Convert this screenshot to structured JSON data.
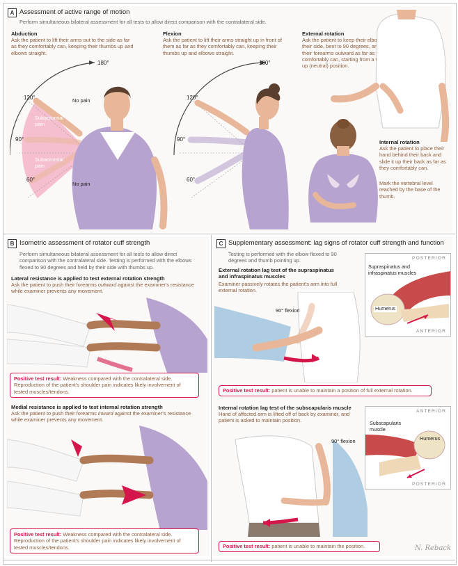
{
  "panelA": {
    "letter": "A",
    "title": "Assessment of active range of motion",
    "subtitle": "Perform simultaneous bilateral assessment for all tests to allow direct comparison with the contralateral side.",
    "abduction": {
      "heading": "Abduction",
      "text": "Ask the patient to lift their arms out to the side as far as they comfortably can, keeping their thumbs up and elbows straight.",
      "angles": [
        "180°",
        "120°",
        "90°",
        "60°"
      ],
      "no_pain_top": "No pain",
      "no_pain_bottom": "No pain",
      "subacromial_1": "Subacromial pain",
      "subacromial_2": "Subacromial pain"
    },
    "flexion": {
      "heading": "Flexion",
      "text": "Ask the patient to lift their arms straight up in front of them as far as they comfortably can, keeping their thumbs up and elbows straight.",
      "angles": [
        "180°",
        "120°",
        "90°",
        "60°"
      ]
    },
    "external": {
      "heading": "External rotation",
      "text": "Ask the patient to keep their elbows by their side, bent to 90 degrees, and turn their forearms outward as far as they comfortably can, starting from a thumbs up (neutral) position."
    },
    "internal": {
      "heading": "Internal rotation",
      "text1": "Ask the patient to place their hand behind their back and slide it up their back as far as they comfortably can.",
      "text2": "Mark the vertebral level reached by the base of the thumb."
    }
  },
  "panelB": {
    "letter": "B",
    "title": "Isometric assessment of rotator cuff strength",
    "subtitle": "Perform simultaneous bilateral assessment for all tests to allow direct comparison with the contralateral side. Testing is performed with the elbows flexed to 90 degrees and held by their side with thumbs up.",
    "lateral": {
      "heading": "Lateral resistance is applied to test external rotation strength",
      "text_a": "Ask the patient to push their forearms ",
      "text_em": "outward",
      "text_b": " against the examiner's resistance while examiner prevents any movement."
    },
    "medial": {
      "heading": "Medial resistance is applied to test internal rotation strength",
      "text_a": "Ask the patient to push their forearms ",
      "text_em": "inward",
      "text_b": " against the examiner's resistance while examiner prevents any movement."
    },
    "positive_label": "Positive test result:",
    "positive_text": " Weakness compared with the contralateral side. Reproduction of the patient's shoulder pain indicates likely involvement of tested muscles/tendons."
  },
  "panelC": {
    "letter": "C",
    "title": "Supplementary assessment: lag signs of rotator cuff strength and function",
    "subtitle": "Testing is performed with the elbow flexed to 90 degrees and thumb pointing up.",
    "external_lag": {
      "heading": "External rotation lag test of the supraspinatus and infraspinatus muscles",
      "text": "Examiner passively rotates the patient's arm into full external rotation.",
      "flexion": "90° flexion",
      "positive_label": "Positive test result:",
      "positive_text": " patient is unable to  maintain a position of full external rotation.",
      "inset": {
        "top": "POSTERIOR",
        "bottom": "ANTERIOR",
        "muscle": "Supraspinatus and infraspinatus muscles",
        "bone": "Humerus"
      }
    },
    "internal_lag": {
      "heading": "Internal rotation lag test of the subscapularis muscle",
      "text": "Hand of affected arm is lifted off of back by examiner, and patient is asked to maintain position.",
      "flexion": "90° flexion",
      "positive_label": "Positive test result:",
      "positive_text": " patient is unable to maintain the position.",
      "inset": {
        "top": "ANTERIOR",
        "bottom": "POSTERIOR",
        "muscle": "Subscapularis muscle",
        "bone": "Humerus"
      }
    }
  },
  "signature": "N. Reback",
  "colors": {
    "accent": "#d4164b",
    "body_text": "#8a5a3a",
    "sweater": "#b7a3cf",
    "skin": "#e8b79a"
  }
}
